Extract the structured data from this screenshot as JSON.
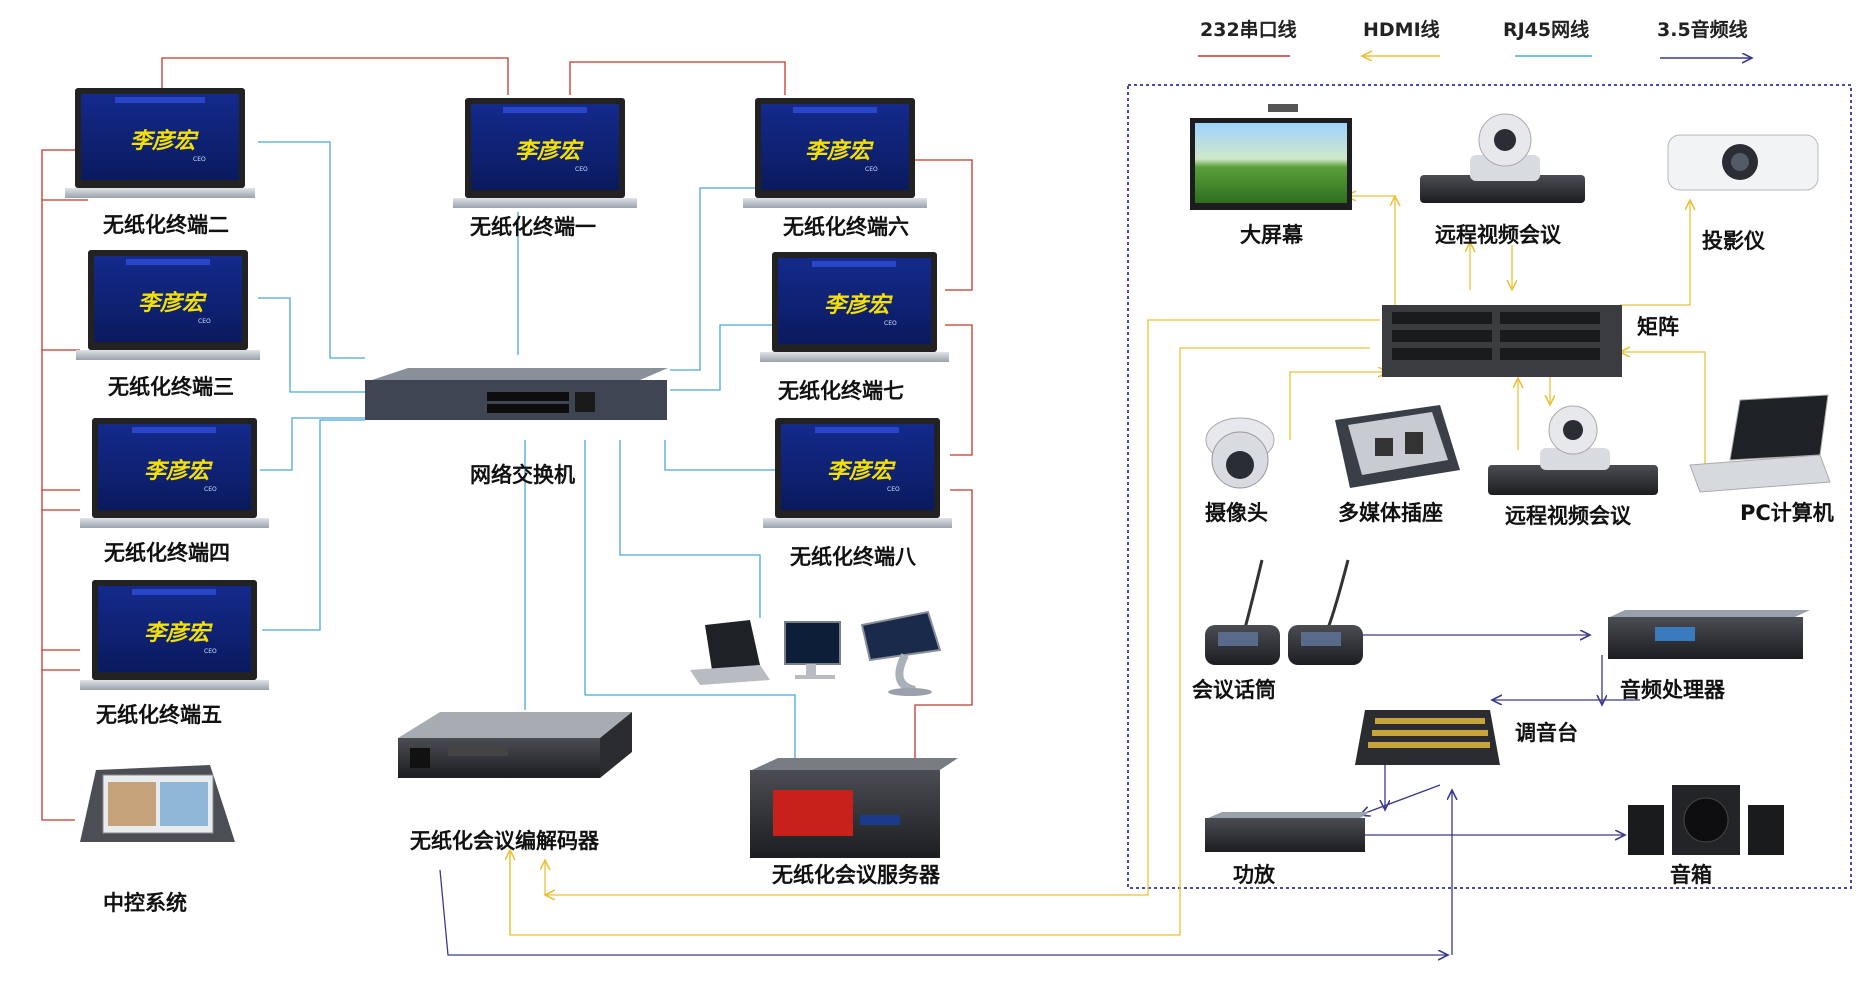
{
  "legend": [
    {
      "label": "232串口线",
      "color": "#c0392b",
      "arrow": false
    },
    {
      "label": "HDMI线",
      "color": "#e8c23a",
      "arrow": true
    },
    {
      "label": "RJ45网线",
      "color": "#4aa8d8",
      "arrow": false
    },
    {
      "label": "3.5音频线",
      "color": "#3a3a8c",
      "arrow": true
    }
  ],
  "terminals": [
    {
      "id": "t2",
      "label": "无纸化终端二"
    },
    {
      "id": "t1",
      "label": "无纸化终端一"
    },
    {
      "id": "t6",
      "label": "无纸化终端六"
    },
    {
      "id": "t3",
      "label": "无纸化终端三"
    },
    {
      "id": "t7",
      "label": "无纸化终端七"
    },
    {
      "id": "t4",
      "label": "无纸化终端四"
    },
    {
      "id": "t8",
      "label": "无纸化终端八"
    },
    {
      "id": "t5",
      "label": "无纸化终端五"
    }
  ],
  "screen_name": "李彦宏",
  "screen_badge": "CEO",
  "devices": {
    "switch": "网络交换机",
    "codec": "无纸化会议编解码器",
    "server": "无纸化会议服务器",
    "central": "中控系统",
    "big_screen": "大屏幕",
    "video_conf_top": "远程视频会议",
    "projector": "投影仪",
    "matrix": "矩阵",
    "camera": "摄像头",
    "multimedia": "多媒体插座",
    "video_conf_mid": "远程视频会议",
    "pc": "PC计算机",
    "mic": "会议话筒",
    "audio_proc": "音频处理器",
    "mixer": "调音台",
    "amp": "功放",
    "speaker": "音箱"
  }
}
